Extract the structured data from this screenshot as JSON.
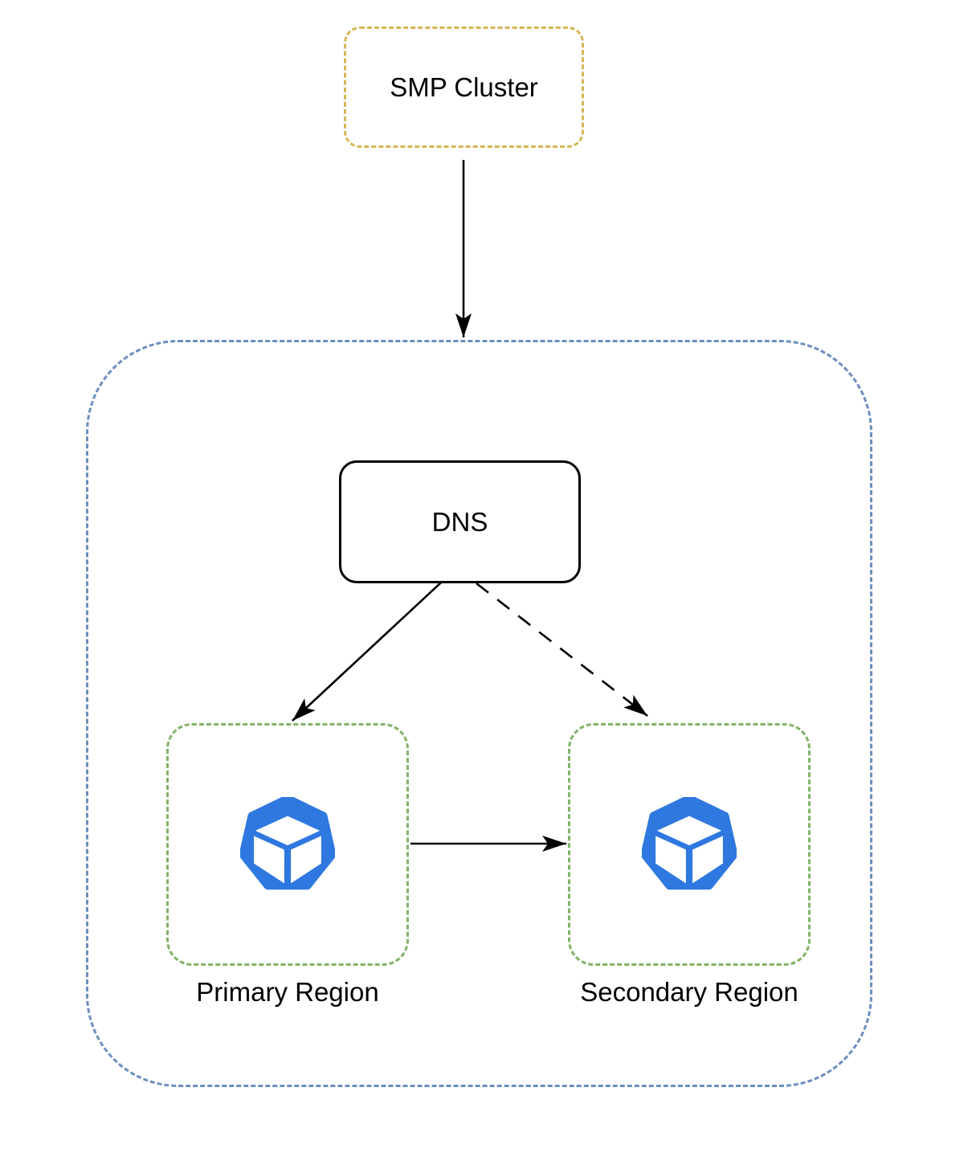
{
  "nodes": {
    "smp_cluster": {
      "label": "SMP Cluster",
      "border_style": "dashed",
      "border_color": "#d6b656"
    },
    "cluster_container": {
      "border_style": "dashed",
      "border_color": "#6c8ebf"
    },
    "dns": {
      "label": "DNS",
      "border_style": "solid",
      "border_color": "#000000"
    },
    "primary_region": {
      "label": "Primary Region",
      "border_style": "dashed",
      "border_color": "#82b366",
      "icon": "workload-cube-heptagon-icon"
    },
    "secondary_region": {
      "label": "Secondary Region",
      "border_style": "dashed",
      "border_color": "#82b366",
      "icon": "workload-cube-heptagon-icon"
    }
  },
  "edges": [
    {
      "from": "smp_cluster",
      "to": "cluster_container",
      "style": "solid",
      "arrowhead": "filled-triangle"
    },
    {
      "from": "dns",
      "to": "primary_region",
      "style": "solid",
      "arrowhead": "filled-triangle"
    },
    {
      "from": "dns",
      "to": "secondary_region",
      "style": "dashed",
      "arrowhead": "filled-triangle"
    },
    {
      "from": "primary_region",
      "to": "secondary_region",
      "style": "solid",
      "arrowhead": "filled-triangle"
    }
  ],
  "colors": {
    "background": "#ffffff",
    "text": "#000000",
    "arrow_black": "#000000",
    "smp_border_yellow": "#d6b656",
    "container_border_blue": "#6c8ebf",
    "region_border_green": "#82b366",
    "icon_blue": "#2e78e0",
    "icon_cube_white": "#ffffff"
  }
}
